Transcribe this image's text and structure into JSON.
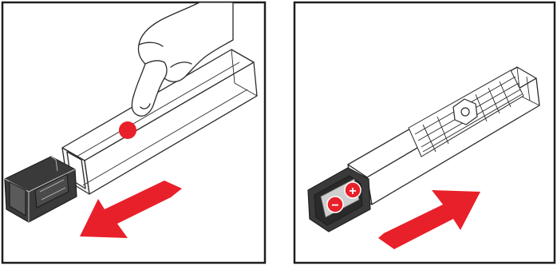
{
  "panels": [
    {
      "id": "left",
      "step": "open-battery-tray",
      "arrow_direction": "down-left",
      "press_marker": true
    },
    {
      "id": "right",
      "step": "insert-battery-tray",
      "arrow_direction": "up-right",
      "polarity": {
        "negative": "−",
        "positive": "+"
      }
    }
  ],
  "colors": {
    "accent": "#e8202a",
    "line": "#2a2a2a",
    "frame": "#1e1e1e",
    "remote_fill": "#ffffff",
    "tray_fill": "#3a3a3a",
    "battery_fill": "#cfcfcf"
  },
  "icons": {
    "hand": "hand-pressing-icon",
    "arrow_out": "arrow-down-left-icon",
    "arrow_in": "arrow-up-right-icon"
  }
}
